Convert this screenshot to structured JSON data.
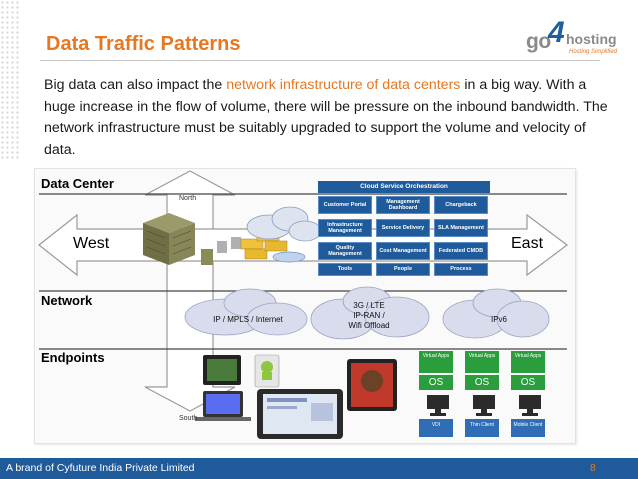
{
  "slide": {
    "title": "Data Traffic Patterns",
    "body_before": "Big data can also impact the ",
    "body_highlight": "network infrastructure of data centers",
    "body_after": " in a big way. With a huge increase in the flow of volume, there will be pressure on the inbound bandwidth. The network infrastructure must be suitably upgraded to support the volume and velocity of data.",
    "page_number": "8",
    "footer": "A brand of Cyfuture India Private Limited"
  },
  "logo": {
    "go": "go",
    "four": "4",
    "hosting": "hosting",
    "tagline": "Hosting Simplified"
  },
  "diagram": {
    "sections": {
      "data_center": "Data Center",
      "network": "Network",
      "endpoints": "Endpoints"
    },
    "directions": {
      "north": "North",
      "south": "South",
      "west": "West",
      "east": "East"
    },
    "orchestration": {
      "title": "Cloud Service Orchestration",
      "cells": [
        "Customer Portal",
        "Management Dashboard",
        "Chargeback",
        "Infrastructure Management",
        "Service Delivery",
        "SLA Management",
        "Quality Management",
        "Cost Management",
        "Federated CMDB",
        "Tools",
        "People",
        "Process"
      ]
    },
    "clouds": {
      "ip": "IP / MPLS / Internet",
      "wireless_1": "3G / LTE",
      "wireless_2": "IP-RAN /",
      "wireless_3": "Wifi Offload",
      "ipv6": "IPv6"
    },
    "virtual": [
      "Virtual Apps",
      "Virtual Apps",
      "Virtual Apps"
    ],
    "os": [
      "OS",
      "OS",
      "OS"
    ],
    "clients": [
      "VDI",
      "Thin Client",
      "Mobile Client"
    ]
  },
  "colors": {
    "accent": "#e87722",
    "brand_blue": "#1f5a9a",
    "green": "#2a9d3d"
  }
}
